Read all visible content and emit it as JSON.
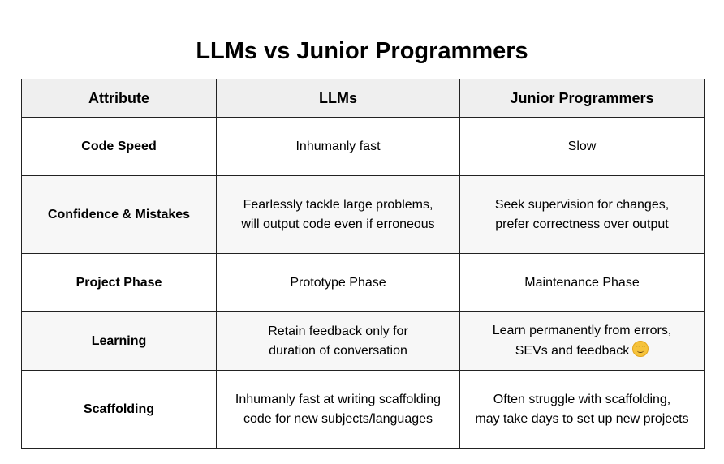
{
  "title": "LLMs vs Junior Programmers",
  "table": {
    "headers": [
      "Attribute",
      "LLMs",
      "Junior Programmers"
    ],
    "rows": [
      {
        "attribute": "Code Speed",
        "llms": [
          "Inhumanly fast"
        ],
        "juniors": [
          "Slow"
        ]
      },
      {
        "attribute": "Confidence & Mistakes",
        "llms": [
          "Fearlessly tackle large problems,",
          "will output code even if erroneous"
        ],
        "juniors": [
          "Seek supervision for changes,",
          "prefer correctness over output"
        ]
      },
      {
        "attribute": "Project Phase",
        "llms": [
          "Prototype Phase"
        ],
        "juniors": [
          "Maintenance Phase"
        ]
      },
      {
        "attribute": "Learning",
        "llms": [
          "Retain feedback only for",
          "duration of conversation"
        ],
        "juniors": [
          "Learn permanently from errors,",
          "SEVs and feedback"
        ],
        "juniors_icon": "smiling-face-emoji"
      },
      {
        "attribute": "Scaffolding",
        "llms": [
          "Inhumanly fast at writing scaffolding",
          "code for new subjects/languages"
        ],
        "juniors": [
          "Often struggle with scaffolding,",
          "may take days to set up new projects"
        ]
      }
    ]
  }
}
